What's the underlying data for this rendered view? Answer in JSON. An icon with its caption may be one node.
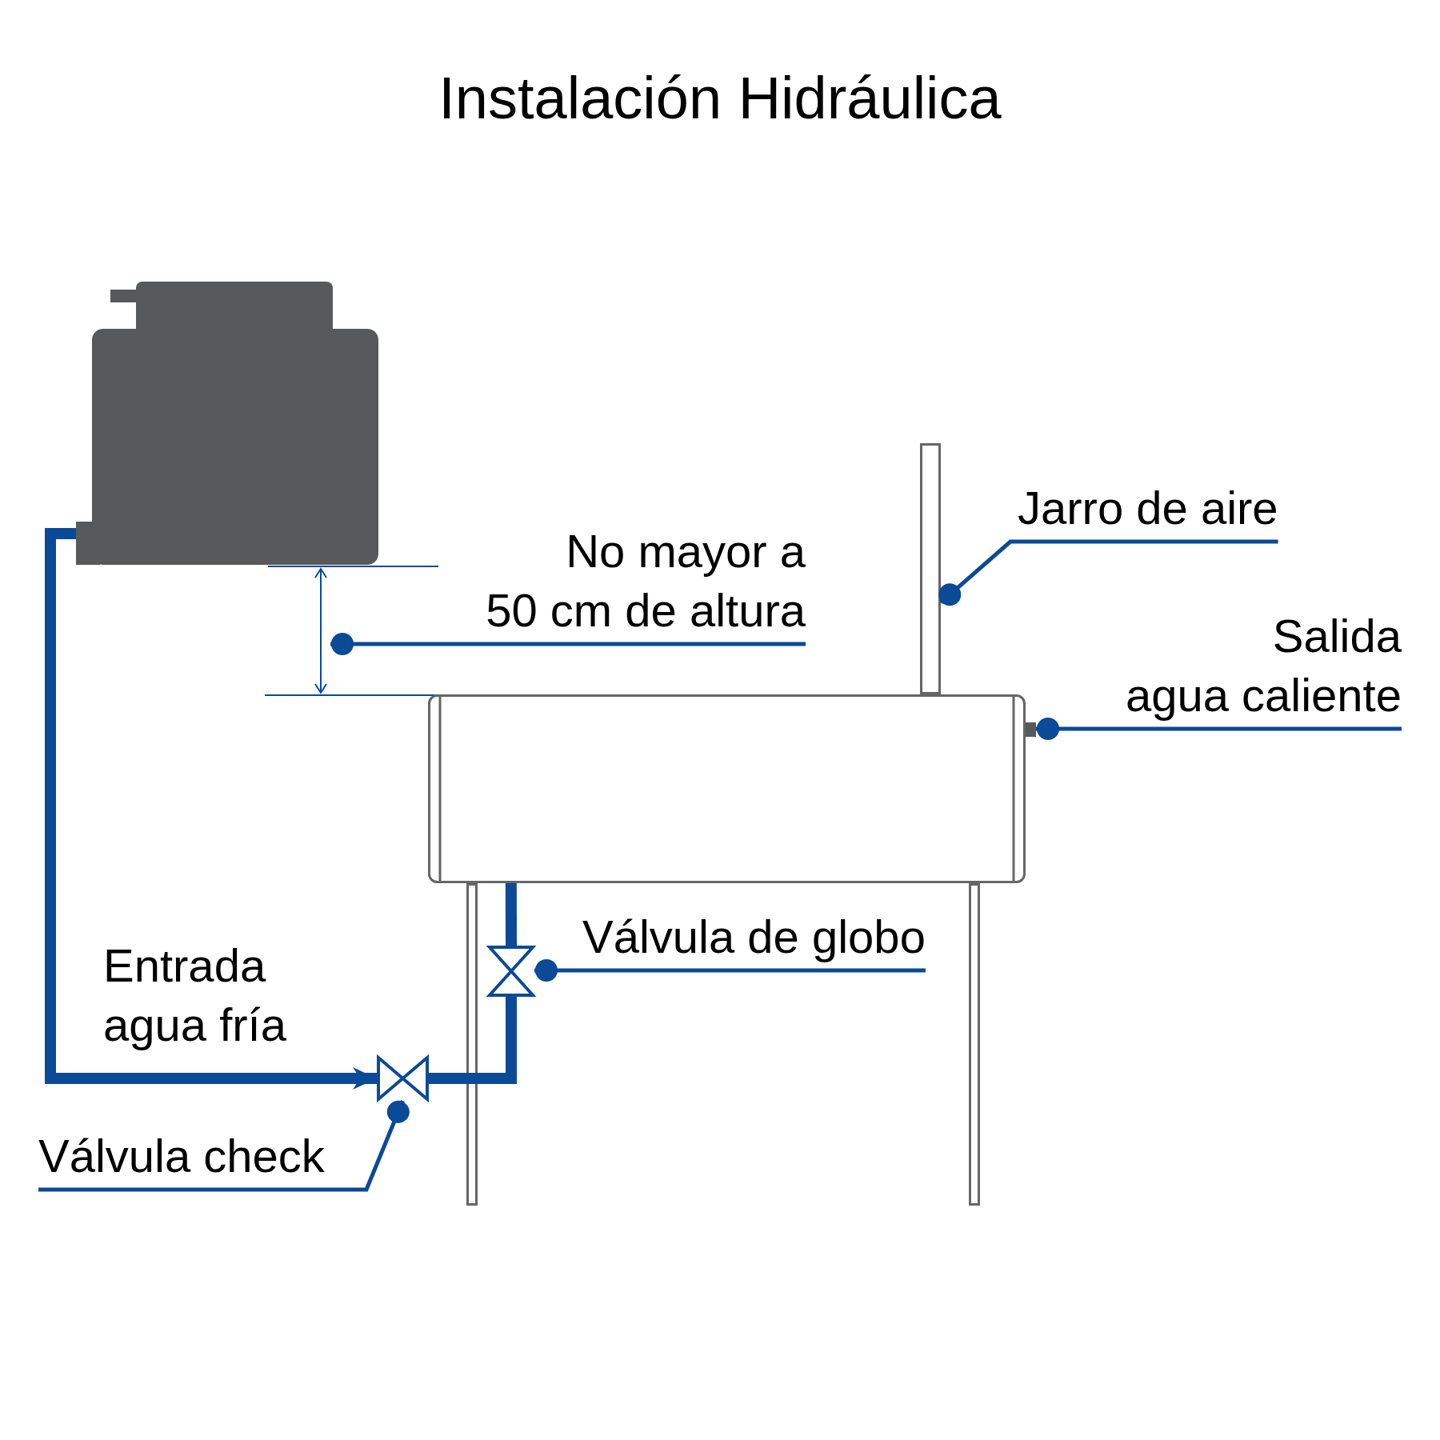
{
  "diagram": {
    "title": "Instalación Hidráulica",
    "nodes": [
      {
        "text": [],
        "shape": "tank"
      },
      {
        "text": [
          "No mayor a 50 cm de altura"
        ]
      },
      {
        "text": [],
        "shape": "pipe"
      },
      {
        "text": [
          "Jarro de aire"
        ]
      },
      {
        "text": [
          "Salida agua caliente"
        ]
      },
      {
        "text": [],
        "shape": "box"
      },
      {
        "text": [],
        "shape": "cylinder"
      },
      {
        "text": [],
        "shape": "valve"
      },
      {
        "text": [
          "Válvula de globo"
        ]
      },
      {
        "text": [],
        "shape": "valve"
      },
      {
        "text": [
          "Válvula check"
        ]
      },
      {
        "text": [],
        "shape": "bar"
      },
      {
        "text": [],
        "shape": "bar"
      }
    ],
    "edges": [
      {
        "from": 0,
        "to": 9,
        "arrow": "to",
        "style": "thick"
      },
      {
        "from": 9,
        "to": 7,
        "arrow": "none",
        "style": "thick"
      },
      {
        "from": 7,
        "to": 6,
        "arrow": "none",
        "style": "thick"
      },
      {
        "from": 1,
        "to": null,
        "arrow": "other"
      },
      {
        "from": 3,
        "to": 2,
        "arrow": "other"
      },
      {
        "from": 4,
        "to": 5,
        "arrow": "other"
      },
      {
        "from": 8,
        "to": 7,
        "arrow": "other"
      },
      {
        "from": 10,
        "to": 9,
        "arrow": "other"
      }
    ],
    "labels": [
      "Entrada agua fría"
    ]
  }
}
